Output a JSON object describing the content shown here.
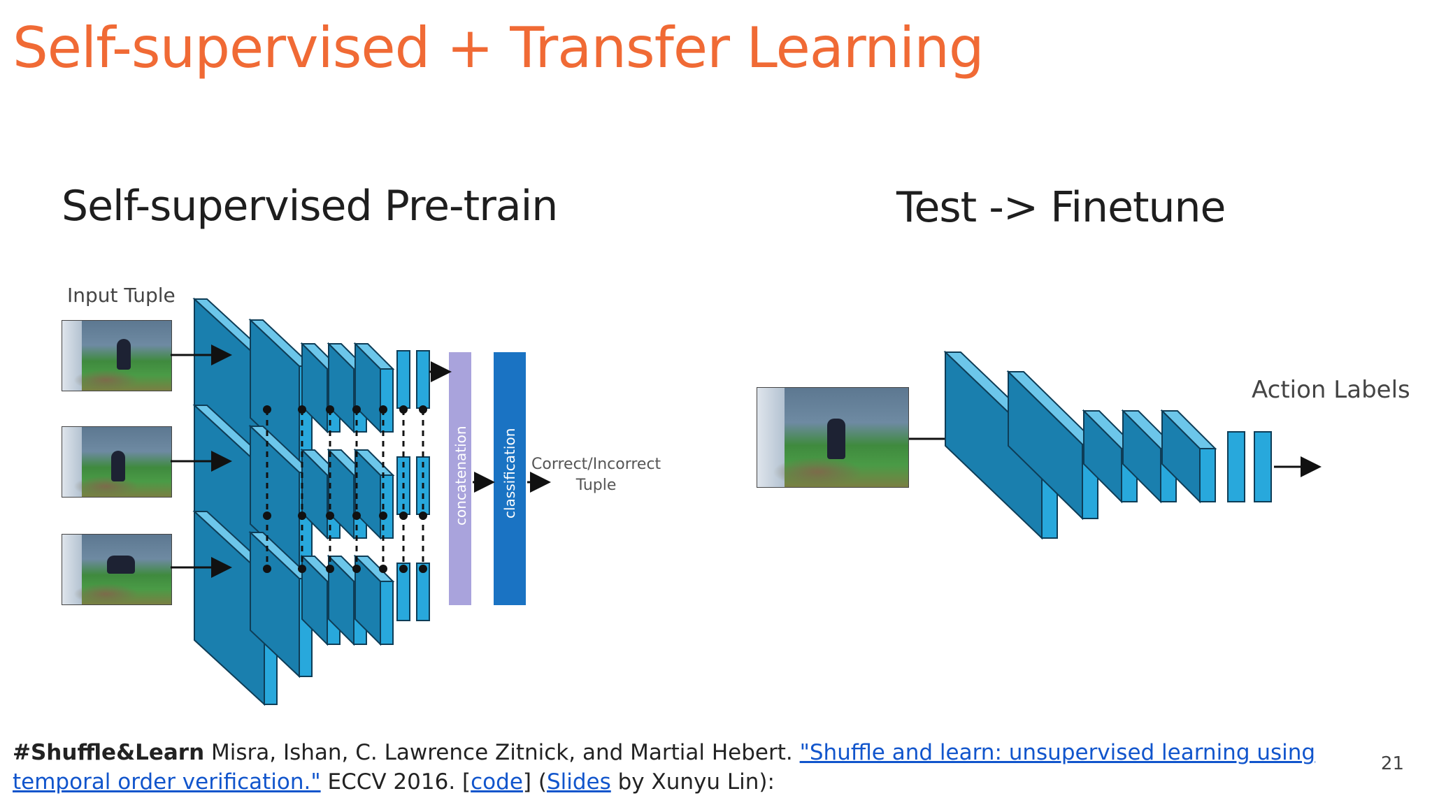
{
  "slide": {
    "title": "Self-supervised + Transfer Learning",
    "page_number": "21"
  },
  "left_panel": {
    "title": "Self-supervised Pre-train",
    "input_label": "Input Tuple",
    "concat_label": "concatenation",
    "classification_label": "classification",
    "output_label_line1": "Correct/Incorrect",
    "output_label_line2": "Tuple"
  },
  "right_panel": {
    "title": "Test -> Finetune",
    "output_label": "Action Labels"
  },
  "footer": {
    "tag": "#Shuffle&Learn",
    "authors": " Misra, Ishan, C. Lawrence Zitnick, and Martial Hebert. ",
    "paper_link": "\"Shuffle and learn: unsupervised learning using temporal order verification.\"",
    "venue": " ECCV 2016. [",
    "code_link": "code",
    "mid": "] (",
    "slides_link": "Slides",
    "tail": " by Xunyu Lin):"
  },
  "colors": {
    "title": "#f06a35",
    "block_front": "#28a8dc",
    "block_side": "#1a7fae",
    "block_top": "#6cc6ea",
    "concat": "#a9a3dc",
    "classification": "#1a73c3",
    "link": "#1155cc"
  }
}
